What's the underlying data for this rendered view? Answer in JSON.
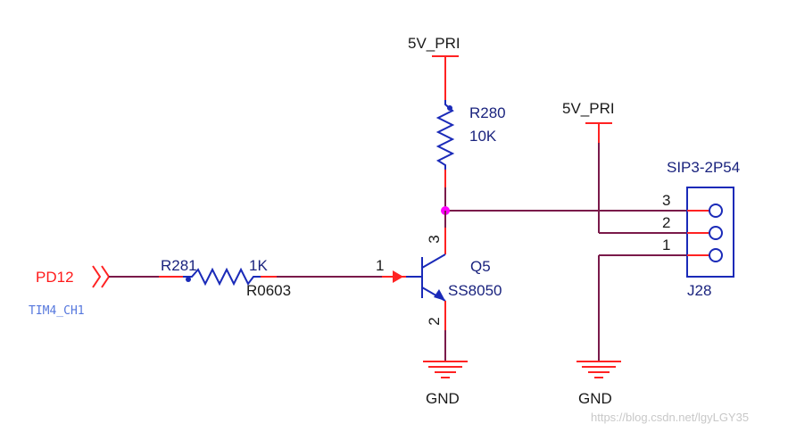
{
  "power": {
    "top_label": "5V_PRI",
    "connector_label": "5V_PRI"
  },
  "resistor_r280": {
    "ref": "R280",
    "value": "10K"
  },
  "resistor_r281": {
    "ref": "R281",
    "value": "1K",
    "footprint": "R0603"
  },
  "transistor": {
    "ref": "Q5",
    "part": "SS8050",
    "pin_base": "1",
    "pin_emitter": "2",
    "pin_collector": "3"
  },
  "connector": {
    "ref": "J28",
    "part": "SIP3-2P54",
    "pin3": "3",
    "pin2": "2",
    "pin1": "1"
  },
  "input": {
    "port": "PD12",
    "net": "TIM4_CH1"
  },
  "ground": {
    "left_label": "GND",
    "right_label": "GND"
  },
  "watermark": "https://blog.csdn.net/lgyLGY35",
  "colors": {
    "wire": "#7a1a4a",
    "component": "#1a2ab8",
    "power_pin": "#ff2222",
    "junction": "#ff00ff"
  }
}
